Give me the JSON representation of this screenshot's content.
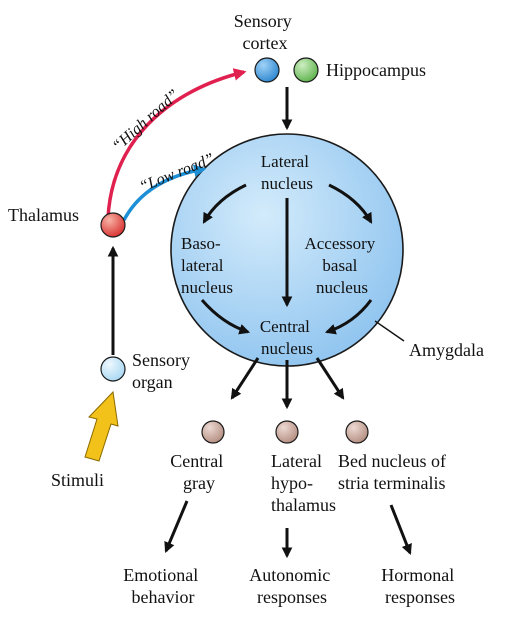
{
  "colors": {
    "amygdala_fill": "#a9d4f5",
    "amygdala_stroke": "#1a1a1a",
    "high_road": "#e0204f",
    "low_road": "#1d8fd6",
    "stimuli_arrow": "#f2c21b",
    "sensory_cortex_node": "#3d9ae0",
    "hippocampus_node": "#7fcb6a",
    "thalamus_node": "#e84a4a",
    "sensory_organ_node": "#bfe3f7",
    "output_node": "#c9a79b"
  },
  "labels": {
    "sensory_cortex": [
      "Sensory",
      "cortex"
    ],
    "hippocampus": "Hippocampus",
    "high_road": "“High road”",
    "low_road": "“Low road”",
    "thalamus": "Thalamus",
    "lateral_nucleus": [
      "Lateral",
      "nucleus"
    ],
    "basolateral_nucleus": [
      "Baso-",
      "lateral",
      "nucleus"
    ],
    "accessory_basal_nucleus": [
      "Accessory",
      "basal",
      "nucleus"
    ],
    "central_nucleus": [
      "Central",
      "nucleus"
    ],
    "amygdala": "Amygdala",
    "sensory_organ": [
      "Sensory",
      "organ"
    ],
    "stimuli": "Stimuli",
    "central_gray": [
      "Central",
      "gray"
    ],
    "lateral_hypothalamus": [
      "Lateral",
      "hypo-",
      "thalamus"
    ],
    "bed_nucleus": [
      "Bed nucleus of",
      "stria terminalis"
    ],
    "emotional_behavior": [
      "Emotional",
      "behavior"
    ],
    "autonomic_responses": [
      "Autonomic",
      "responses"
    ],
    "hormonal_responses": [
      "Hormonal",
      "responses"
    ]
  }
}
